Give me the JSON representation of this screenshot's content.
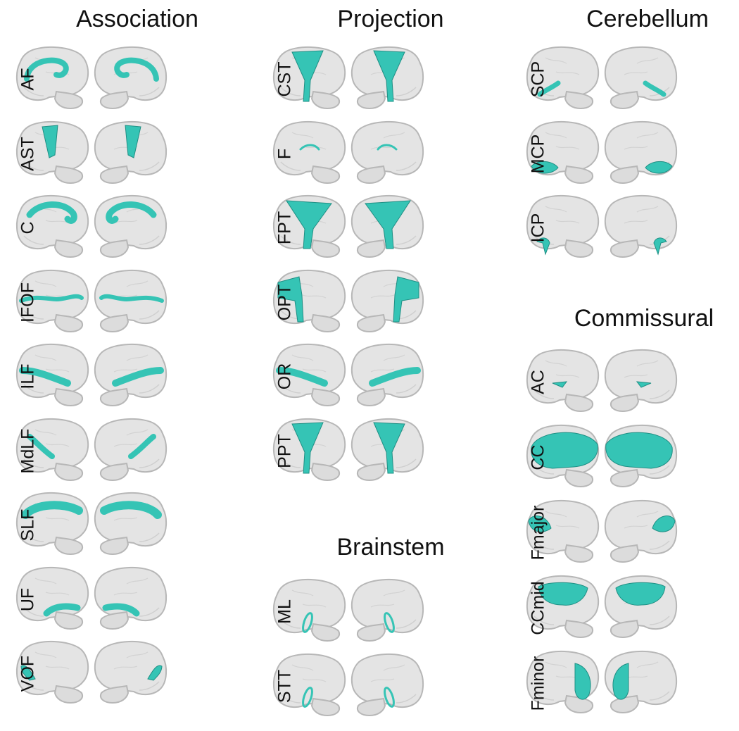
{
  "colors": {
    "brain_fill": "#e4e4e4",
    "brain_edge": "#b7b7b7",
    "tract": "#35c4b5",
    "tract_dark": "#1f8f84"
  },
  "groups": {
    "association": {
      "title": "Association",
      "tracts": [
        {
          "label": "AF",
          "shape": "arc"
        },
        {
          "label": "AST",
          "shape": "fan"
        },
        {
          "label": "C",
          "shape": "cingulum"
        },
        {
          "label": "IFOF",
          "shape": "longflat"
        },
        {
          "label": "ILF",
          "shape": "diag"
        },
        {
          "label": "MdLF",
          "shape": "slant"
        },
        {
          "label": "SLF",
          "shape": "topband"
        },
        {
          "label": "UF",
          "shape": "hook"
        },
        {
          "label": "VOF",
          "shape": "occipital"
        }
      ]
    },
    "projection": {
      "title": "Projection",
      "tracts": [
        {
          "label": "CST",
          "shape": "funnel"
        },
        {
          "label": "F",
          "shape": "smallarc"
        },
        {
          "label": "FPT",
          "shape": "funnelwide"
        },
        {
          "label": "OPT",
          "shape": "funnelback"
        },
        {
          "label": "OR",
          "shape": "diag"
        },
        {
          "label": "PPT",
          "shape": "funnel"
        }
      ]
    },
    "brainstem": {
      "title": "Brainstem",
      "tracts": [
        {
          "label": "ML",
          "shape": "loop"
        },
        {
          "label": "STT",
          "shape": "loop"
        }
      ]
    },
    "cerebellum": {
      "title": "Cerebellum",
      "tracts": [
        {
          "label": "SCP",
          "shape": "cereb"
        },
        {
          "label": "MCP",
          "shape": "cerebbig"
        },
        {
          "label": "ICP",
          "shape": "cerebdown"
        }
      ]
    },
    "commissural": {
      "title": "Commissural",
      "tracts": [
        {
          "label": "AC",
          "shape": "dot"
        },
        {
          "label": "CC",
          "shape": "full"
        },
        {
          "label": "Fmajor",
          "shape": "occipital2"
        },
        {
          "label": "CCmid",
          "shape": "dome"
        },
        {
          "label": "Fminor",
          "shape": "frontal"
        }
      ]
    }
  }
}
